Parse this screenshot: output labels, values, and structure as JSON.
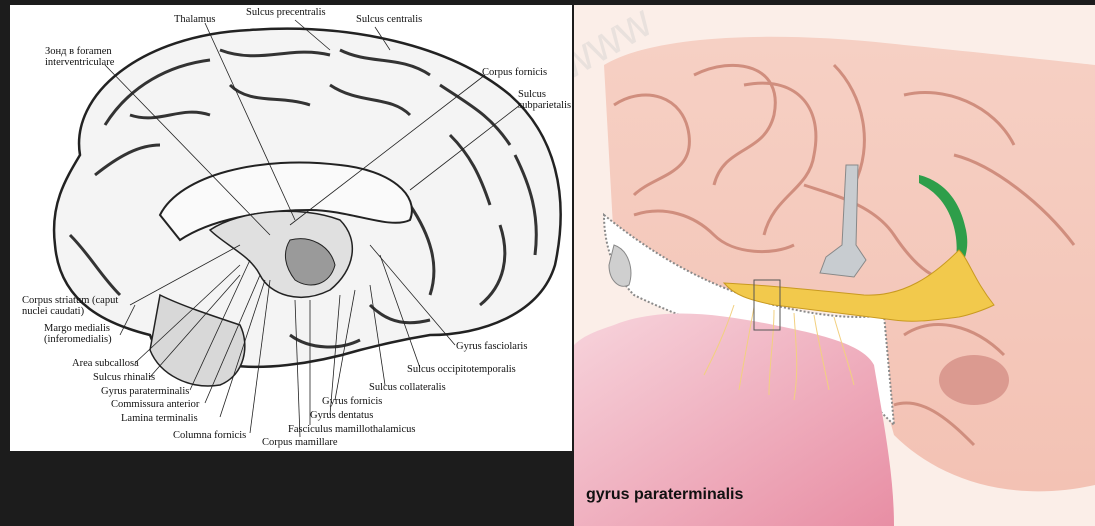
{
  "left_figure": {
    "labels": {
      "thalamus": "Thalamus",
      "sulcus_precentralis": "Sulcus precentralis",
      "sulcus_centralis": "Sulcus centralis",
      "zond": "Зонд в foramen interventriculare",
      "corpus_fornicis": "Corpus fornicis",
      "sulcus_subparietalis": "Sulcus subparietalis",
      "corpus_striatum": "Corpus striatum (caput nuclei caudati)",
      "margo_medialis": "Margo medialis (inferomedialis)",
      "area_subcallosa": "Area subcallosa",
      "sulcus_rhinalis": "Sulcus rhinalis",
      "gyrus_paraterminalis": "Gyrus paraterminalis",
      "commissura_anterior": "Commissura anterior",
      "lamina_terminalis": "Lamina terminalis",
      "columna_fornicis": "Columna fornicis",
      "corpus_mamillare": "Corpus mamillare",
      "fasciculus": "Fasciculus mamillothalamicus",
      "gyrus_dentatus": "Gyrus dentatus",
      "gyrus_fornicis": "Gyrus fornicis",
      "sulcus_collateralis": "Sulcus collateralis",
      "sulcus_occipitotemporalis": "Sulcus occipitotemporalis",
      "gyrus_fasciolaris": "Gyrus fasciolaris"
    }
  },
  "right_figure": {
    "caption": "gyrus paraterminalis",
    "colors": {
      "brain": "#efb8a8",
      "highlight": "#2e9e4a",
      "olfactory": "#f2c94c",
      "nasal": "#f0b8c4"
    }
  }
}
